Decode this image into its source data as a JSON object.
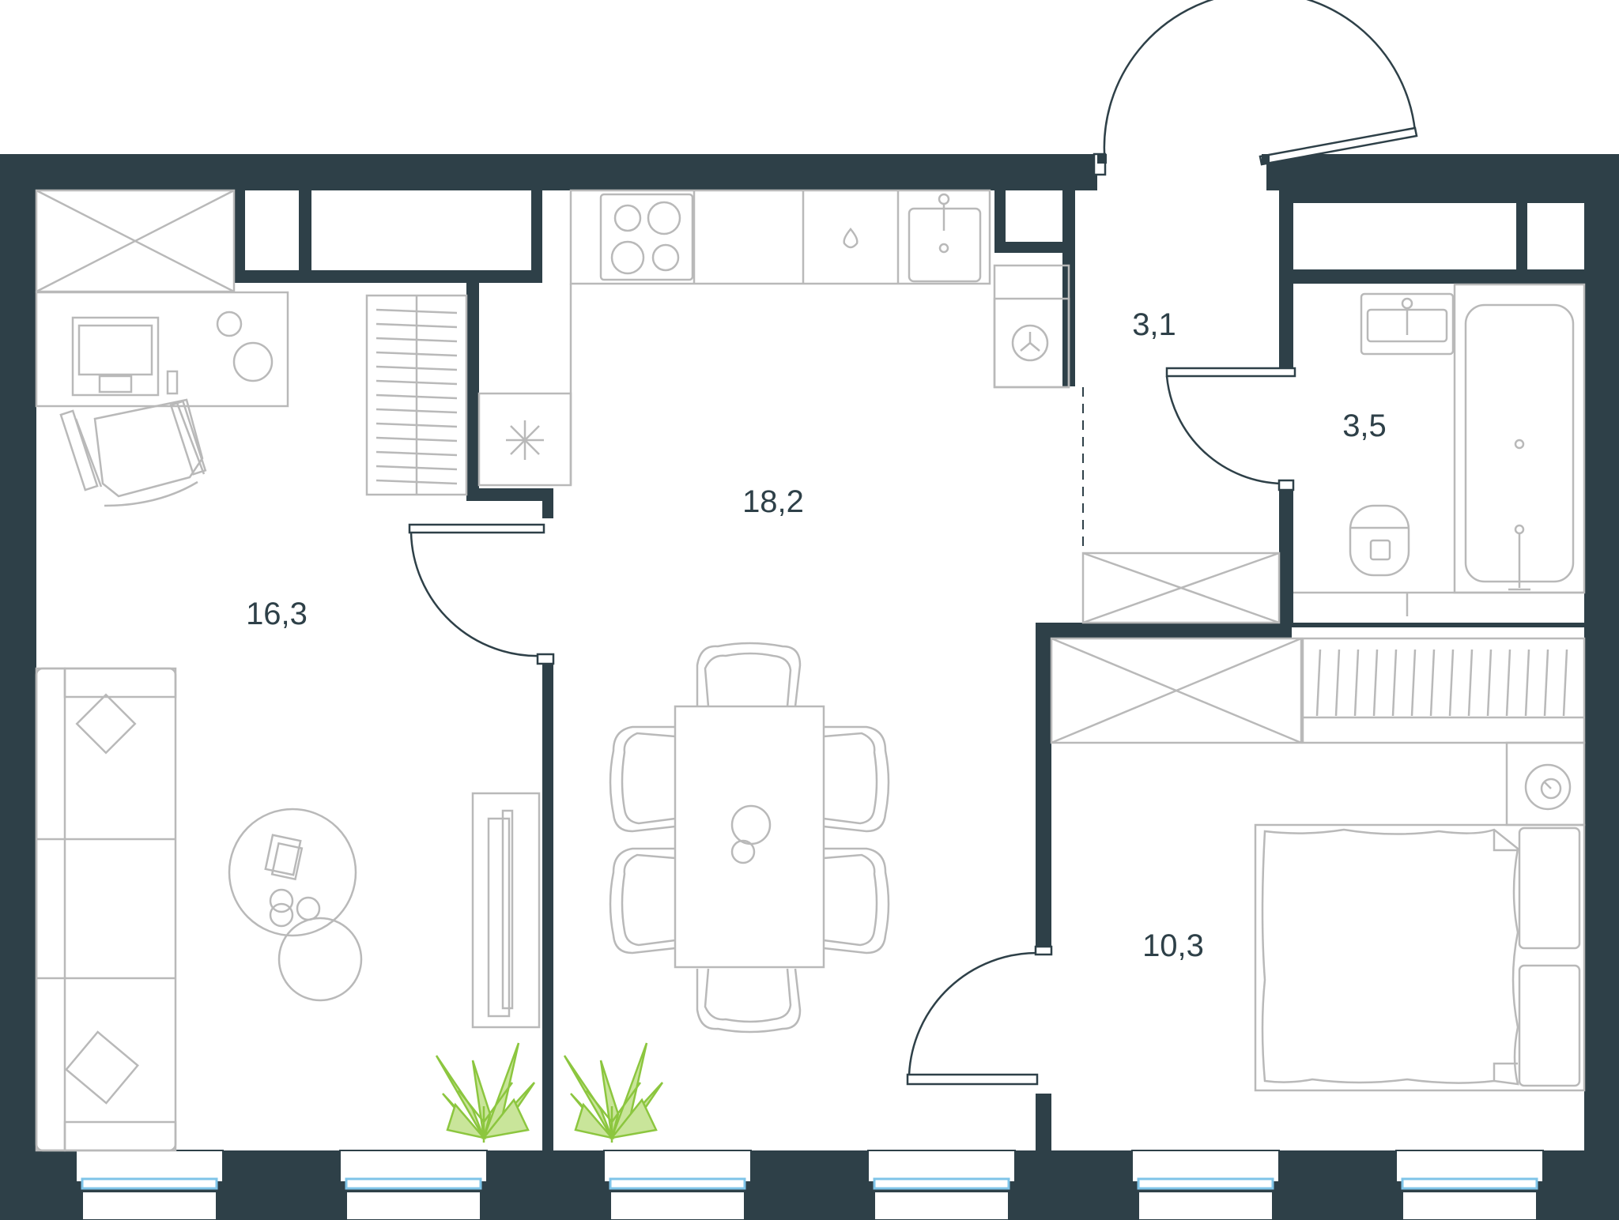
{
  "floor_plan": {
    "rooms": [
      {
        "id": "living-room",
        "area": "16,3"
      },
      {
        "id": "kitchen-dining",
        "area": "18,2"
      },
      {
        "id": "hallway",
        "area": "3,1"
      },
      {
        "id": "bathroom",
        "area": "3,5"
      },
      {
        "id": "bedroom",
        "area": "10,3"
      }
    ]
  },
  "colors": {
    "wall": "#2e4048",
    "furniture": "#b9b9b9",
    "plant": "#8cc63f",
    "window_glass": "#7fc4e8"
  },
  "icons": [
    "stove-icon",
    "sink-icon",
    "water-drop-icon",
    "washing-machine-icon",
    "fan-icon",
    "toilet-icon",
    "bathtub-icon",
    "plant-icon"
  ]
}
